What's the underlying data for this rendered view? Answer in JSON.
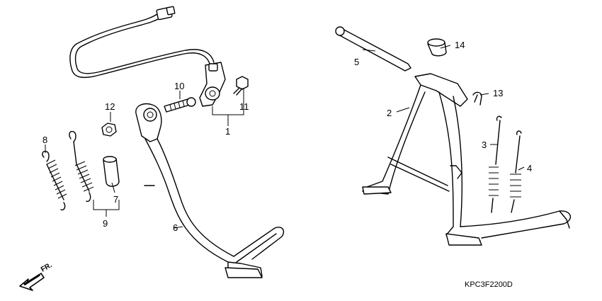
{
  "callouts": [
    {
      "id": "1",
      "label": "1"
    },
    {
      "id": "2",
      "label": "2"
    },
    {
      "id": "3",
      "label": "3"
    },
    {
      "id": "4",
      "label": "4"
    },
    {
      "id": "5",
      "label": "5"
    },
    {
      "id": "6",
      "label": "6"
    },
    {
      "id": "7",
      "label": "7"
    },
    {
      "id": "8",
      "label": "8"
    },
    {
      "id": "9",
      "label": "9"
    },
    {
      "id": "10",
      "label": "10"
    },
    {
      "id": "11",
      "label": "11"
    },
    {
      "id": "12",
      "label": "12"
    },
    {
      "id": "13",
      "label": "13"
    },
    {
      "id": "14",
      "label": "14"
    }
  ],
  "direction_marker": {
    "label": "FR.",
    "icon": "front-direction-arrow-icon"
  },
  "diagram_code": "KPC3F2200D"
}
